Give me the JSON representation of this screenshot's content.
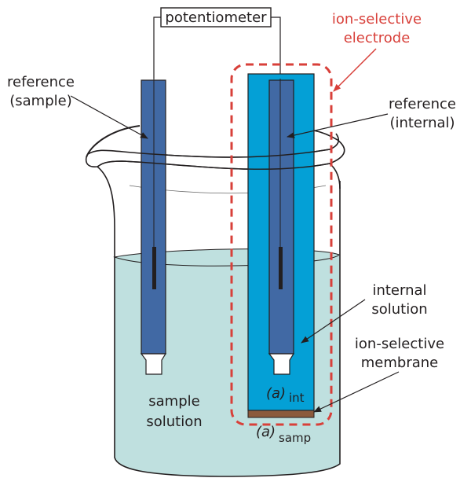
{
  "title": "Ion-selective electrode measurement setup",
  "colors": {
    "solution": "#bfe0df",
    "sample_reference": "#4169a4",
    "ise_body": "#04a0d6",
    "membrane": "#8b5a3c",
    "highlight": "#d8403a",
    "outline": "#231f20"
  },
  "labels": {
    "potentiometer": "potentiometer",
    "ise_line1": "ion-selective",
    "ise_line2": "electrode",
    "ref_sample_line1": "reference",
    "ref_sample_line2": "(sample)",
    "ref_internal_line1": "reference",
    "ref_internal_line2": "(internal)",
    "internal_solution_line1": "internal",
    "internal_solution_line2": "solution",
    "membrane_line1": "ion-selective",
    "membrane_line2": "membrane",
    "sample_solution_line1": "sample",
    "sample_solution_line2": "solution",
    "a_int_symbol": "(a)",
    "a_int_sub": "int",
    "a_samp_symbol": "(a)",
    "a_samp_sub": "samp"
  }
}
